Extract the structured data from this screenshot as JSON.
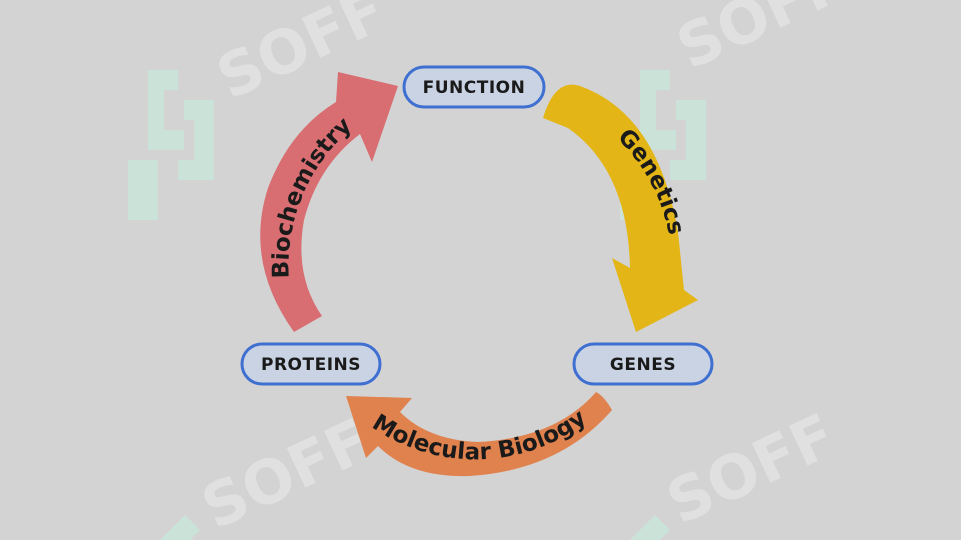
{
  "nodes": {
    "function": "FUNCTION",
    "genes": "GENES",
    "proteins": "PROTEINS"
  },
  "arrows": {
    "genetics": "Genetics",
    "molecular_biology": "Molecular Biology",
    "biochemistry": "Biochemistry"
  },
  "watermark": "SOFF",
  "colors": {
    "background": "#d3d3d3",
    "node_fill": "#c9d3e3",
    "node_border": "#3f6fd0",
    "genetics_arrow": "#e4b516",
    "molecular_biology_arrow": "#e0824e",
    "biochemistry_arrow": "#d86e72",
    "watermark": "#ffffff"
  }
}
